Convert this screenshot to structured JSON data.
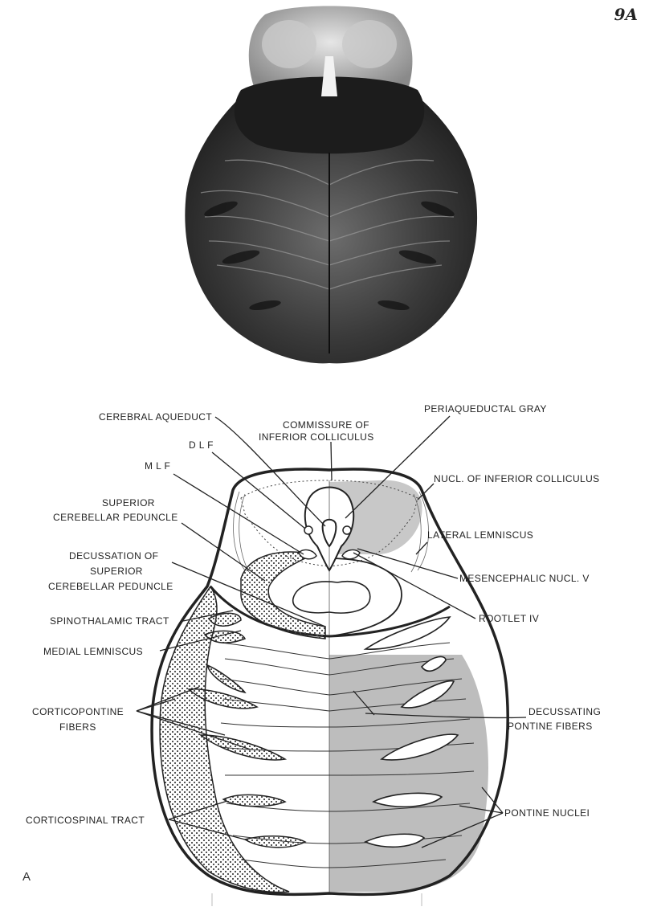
{
  "page": {
    "number": "9A",
    "panel_letter": "A"
  },
  "labels": {
    "cerebral_aqueduct": "CEREBRAL AQUEDUCT",
    "commissure_line1": "COMMISSURE OF",
    "commissure_line2": "INFERIOR COLLICULUS",
    "periaqueductal_gray": "PERIAQUEDUCTAL GRAY",
    "dlf": "D L F",
    "mlf": "M L F",
    "nucl_inferior_colliculus": "NUCL. OF INFERIOR COLLICULUS",
    "scp_line1": "SUPERIOR",
    "scp_line2": "CEREBELLAR PEDUNCLE",
    "lateral_lemniscus": "LATERAL LEMNISCUS",
    "decussation_line1": "DECUSSATION OF",
    "decussation_line2": "SUPERIOR",
    "decussation_line3": "CEREBELLAR PEDUNCLE",
    "mesencephalic_nucl": "MESENCEPHALIC NUCL. V",
    "rootlet": "ROOTLET IV",
    "spinothalamic_tract": "SPINOTHALAMIC TRACT",
    "medial_lemniscus": "MEDIAL LEMNISCUS",
    "corticopontine_line1": "CORTICOPONTINE",
    "corticopontine_line2": "FIBERS",
    "decussating_line1": "DECUSSATING",
    "decussating_line2": "PONTINE FIBERS",
    "corticospinal_tract": "CORTICOSPINAL TRACT",
    "pontine_nuclei": "PONTINE NUCLEI"
  },
  "colors": {
    "ink": "#222222",
    "gray_fill": "#b9b9b9",
    "stipple": "#555555",
    "photo_dark": "#2a2a2a"
  }
}
